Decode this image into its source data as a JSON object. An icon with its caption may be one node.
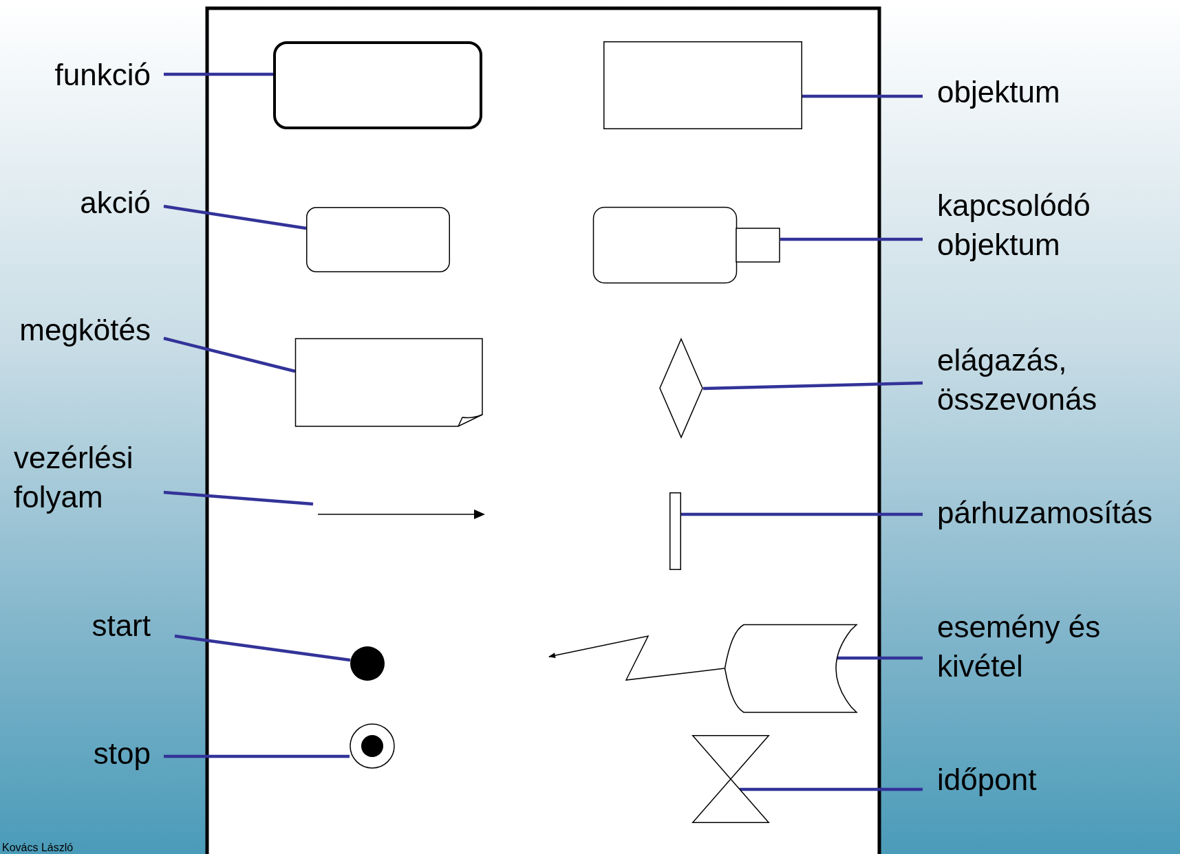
{
  "diagram": {
    "nodes": [
      {
        "text": [
          "funkció"
        ]
      },
      {
        "text": [],
        "shape": "box"
      },
      {
        "text": [],
        "shape": "box"
      },
      {
        "text": [
          "objektum"
        ]
      },
      {
        "text": [
          "akció"
        ]
      },
      {
        "text": [],
        "shape": "box"
      },
      {
        "text": [],
        "shape": "box"
      },
      {
        "text": [
          "kapcsolódó objektum"
        ]
      },
      {
        "text": [
          "megkötés"
        ]
      },
      {
        "text": [],
        "shape": "note"
      },
      {
        "text": [],
        "shape": "diamond"
      },
      {
        "text": [
          "elágazás, összevonás"
        ]
      },
      {
        "text": [
          "vezérlési folyam"
        ]
      },
      {
        "text": [],
        "shape": "arrow"
      },
      {
        "text": [],
        "shape": "bar"
      },
      {
        "text": [
          "párhuzamosítás"
        ]
      },
      {
        "text": [
          "start"
        ]
      },
      {
        "text": [],
        "shape": "circle"
      },
      {
        "text": [],
        "shape": "cylinder"
      },
      {
        "text": [
          "esemény és kivétel"
        ]
      },
      {
        "text": [
          "stop"
        ]
      },
      {
        "text": [],
        "shape": "circle"
      },
      {
        "text": [],
        "shape": "hourglass"
      },
      {
        "text": [
          "időpont"
        ]
      }
    ],
    "edges": [
      {
        "from": 0,
        "to": 1,
        "arrow": "none"
      },
      {
        "from": 3,
        "to": 2,
        "arrow": "none"
      },
      {
        "from": 4,
        "to": 5,
        "arrow": "none"
      },
      {
        "from": 7,
        "to": 6,
        "arrow": "none"
      },
      {
        "from": 8,
        "to": 9,
        "arrow": "none"
      },
      {
        "from": 11,
        "to": 10,
        "arrow": "none"
      },
      {
        "from": 12,
        "to": 13,
        "arrow": "none"
      },
      {
        "from": 15,
        "to": 14,
        "arrow": "none"
      },
      {
        "from": 16,
        "to": 17,
        "arrow": "none"
      },
      {
        "from": 19,
        "to": 18,
        "arrow": "none"
      },
      {
        "from": 20,
        "to": 21,
        "arrow": "none"
      },
      {
        "from": 23,
        "to": 22,
        "arrow": "none"
      },
      {
        "from": 18,
        "to": null,
        "arrow": "to",
        "color": "#000000"
      }
    ],
    "labels": [
      "Kovács László"
    ]
  }
}
